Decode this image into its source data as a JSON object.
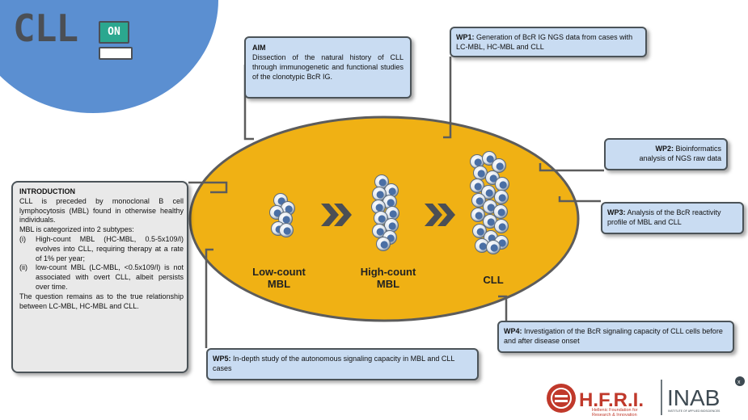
{
  "logo": {
    "text": "CLL",
    "badge": "ON"
  },
  "stages": [
    {
      "line1": "Low-count",
      "line2": "MBL"
    },
    {
      "line1": "High-count",
      "line2": "MBL"
    },
    {
      "line1": "CLL",
      "line2": ""
    }
  ],
  "intro": {
    "title": "INTRODUCTION",
    "p1": "CLL is preceded by monoclonal B cell lymphocytosis (MBL) found in otherwise healthy individuals.",
    "p2": "MBL is categorized into 2 subtypes:",
    "items": [
      {
        "num": "(i)",
        "text": "High-count MBL (HC-MBL, 0.5-5x109/l) evolves into CLL, requiring therapy at a rate of 1% per year;"
      },
      {
        "num": "(ii)",
        "text": "low-count MBL (LC-MBL, <0.5x109/l) is not associated with overt CLL, albeit persists over time."
      }
    ],
    "p3": "The question remains as to the true relationship between LC-MBL, HC-MBL and CLL."
  },
  "aim": {
    "title": "AIM",
    "text": "Dissection of the natural history of CLL through immunogenetic and functional studies of the clonotypic BcR IG."
  },
  "wp1": {
    "label": "WP1:",
    "text": "Generation of BcR IG NGS data from cases with LC-MBL, HC-MBL and CLL"
  },
  "wp2": {
    "label": "WP2:",
    "text": "Bioinformatics",
    "text2": "analysis of NGS raw data"
  },
  "wp3": {
    "label": "WP3:",
    "text": "Analysis of the BcR reactivity profile of MBL and CLL"
  },
  "wp4": {
    "label": "WP4:",
    "text": "Investigation of the BcR signaling capacity of CLL cells before and after disease onset"
  },
  "wp5": {
    "label": "WP5:",
    "text": "In-depth study of the autonomous signaling capacity in MBL and CLL cases"
  },
  "footer": {
    "hfri": "H.F.R.I.",
    "hfri_sub1": "Hellenic Foundation for",
    "hfri_sub2": "Research & Innovation",
    "ina": "INAB",
    "ina_sub": "INSTITUTE OF APPLIED BIOSCIENCES"
  },
  "colors": {
    "ellipse": "#f0b114",
    "ellipse_border": "#5c5c5c",
    "cell": "#4a6fa5",
    "corner": "#5b8fd1",
    "box_blue": "#c9dcf2",
    "box_grey": "#e9e9e9",
    "hfri_red": "#c0392b",
    "ina_grey": "#3e4a52"
  },
  "icons": [
    "cell-icon",
    "double-chevron-icon",
    "hfri-emblem-icon"
  ]
}
